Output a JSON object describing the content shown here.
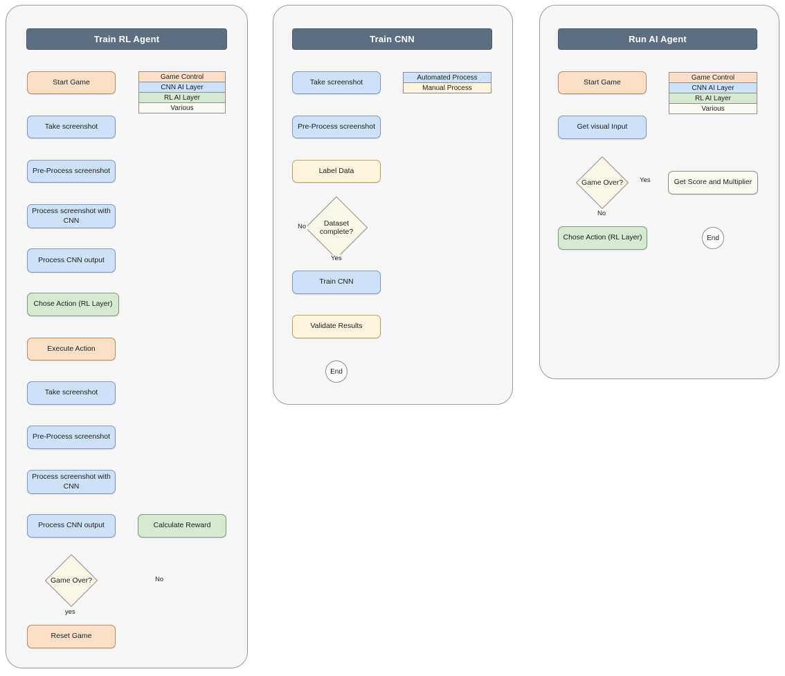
{
  "panels": [
    {
      "id": "train-rl-agent",
      "title": "Train RL Agent",
      "legend": [
        {
          "label": "Game Control",
          "color": "#fbe0c8"
        },
        {
          "label": "CNN AI Layer",
          "color": "#cfe1f7"
        },
        {
          "label": "RL AI Layer",
          "color": "#d7e8d3"
        },
        {
          "label": "Various",
          "color": "#fbfaf2"
        }
      ],
      "nodes": [
        {
          "id": "rl-start-game",
          "label": "Start Game",
          "kind": "process",
          "color": "orange"
        },
        {
          "id": "rl-take-screenshot-1",
          "label": "Take screenshot",
          "kind": "process",
          "color": "blue"
        },
        {
          "id": "rl-preprocess-1",
          "label": "Pre-Process screenshot",
          "kind": "process",
          "color": "blue"
        },
        {
          "id": "rl-process-with-cnn-1",
          "label": "Process screenshot with CNN",
          "kind": "process",
          "color": "blue"
        },
        {
          "id": "rl-process-cnn-output-1",
          "label": "Process CNN output",
          "kind": "process",
          "color": "blue"
        },
        {
          "id": "rl-chose-action",
          "label": "Chose Action (RL Layer)",
          "kind": "process",
          "color": "green"
        },
        {
          "id": "rl-execute-action",
          "label": "Execute Action",
          "kind": "process",
          "color": "orange"
        },
        {
          "id": "rl-take-screenshot-2",
          "label": "Take screenshot",
          "kind": "process",
          "color": "blue"
        },
        {
          "id": "rl-preprocess-2",
          "label": "Pre-Process screenshot",
          "kind": "process",
          "color": "blue"
        },
        {
          "id": "rl-process-with-cnn-2",
          "label": "Process screenshot with CNN",
          "kind": "process",
          "color": "blue"
        },
        {
          "id": "rl-process-cnn-output-2",
          "label": "Process CNN output",
          "kind": "process",
          "color": "blue"
        },
        {
          "id": "rl-game-over",
          "label": "Game Over?",
          "kind": "decision",
          "color": "cream"
        },
        {
          "id": "rl-reset-game",
          "label": "Reset Game",
          "kind": "process",
          "color": "orange"
        },
        {
          "id": "rl-calculate-reward",
          "label": "Calculate Reward",
          "kind": "process",
          "color": "green"
        }
      ],
      "edge_labels": [
        {
          "id": "rl-edge-no",
          "label": "No"
        },
        {
          "id": "rl-edge-yes",
          "label": "yes"
        }
      ]
    },
    {
      "id": "train-cnn",
      "title": "Train CNN",
      "legend": [
        {
          "label": "Automated Process",
          "color": "#cfe1f7"
        },
        {
          "label": "Manual Process",
          "color": "#fcf4dd"
        }
      ],
      "nodes": [
        {
          "id": "cnn-take-screenshot",
          "label": "Take screenshot",
          "kind": "process",
          "color": "blue"
        },
        {
          "id": "cnn-preprocess",
          "label": "Pre-Process screenshot",
          "kind": "process",
          "color": "blue"
        },
        {
          "id": "cnn-label-data",
          "label": "Label Data",
          "kind": "process",
          "color": "cream"
        },
        {
          "id": "cnn-dataset-complete",
          "label": "Dataset complete?",
          "kind": "decision",
          "color": "cream"
        },
        {
          "id": "cnn-train-cnn",
          "label": "Train CNN",
          "kind": "process",
          "color": "blue"
        },
        {
          "id": "cnn-validate-results",
          "label": "Validate Results",
          "kind": "process",
          "color": "cream"
        },
        {
          "id": "cnn-end",
          "label": "End",
          "kind": "terminator"
        }
      ],
      "edge_labels": [
        {
          "id": "cnn-edge-no",
          "label": "No"
        },
        {
          "id": "cnn-edge-yes",
          "label": "Yes"
        }
      ]
    },
    {
      "id": "run-ai-agent",
      "title": "Run AI Agent",
      "legend": [
        {
          "label": "Game Control",
          "color": "#fbe0c8"
        },
        {
          "label": "CNN AI Layer",
          "color": "#cfe1f7"
        },
        {
          "label": "RL AI Layer",
          "color": "#d7e8d3"
        },
        {
          "label": "Various",
          "color": "#fbfaf2"
        }
      ],
      "nodes": [
        {
          "id": "run-start-game",
          "label": "Start Game",
          "kind": "process",
          "color": "orange"
        },
        {
          "id": "run-get-visual-input",
          "label": "Get visual Input",
          "kind": "process",
          "color": "blue"
        },
        {
          "id": "run-game-over",
          "label": "Game Over?",
          "kind": "decision",
          "color": "cream"
        },
        {
          "id": "run-get-score",
          "label": "Get Score and Multiplier",
          "kind": "process",
          "color": "various"
        },
        {
          "id": "run-chose-action",
          "label": "Chose Action (RL Layer)",
          "kind": "process",
          "color": "green"
        },
        {
          "id": "run-end",
          "label": "End",
          "kind": "terminator"
        }
      ],
      "edge_labels": [
        {
          "id": "run-edge-yes",
          "label": "Yes"
        },
        {
          "id": "run-edge-no",
          "label": "No"
        }
      ]
    }
  ],
  "colors": {
    "panel_bg": "#f6f6f6",
    "panel_border": "#9a9a9a",
    "title_bg": "#5d6e80",
    "title_text": "#ffffff",
    "game_control": "#fbe0c8",
    "cnn_ai_layer": "#cfe1f7",
    "rl_ai_layer": "#d7e8d3",
    "various": "#fbfaf2",
    "manual_process": "#fcf4dd",
    "edge_stroke": "#4d4d4d"
  }
}
